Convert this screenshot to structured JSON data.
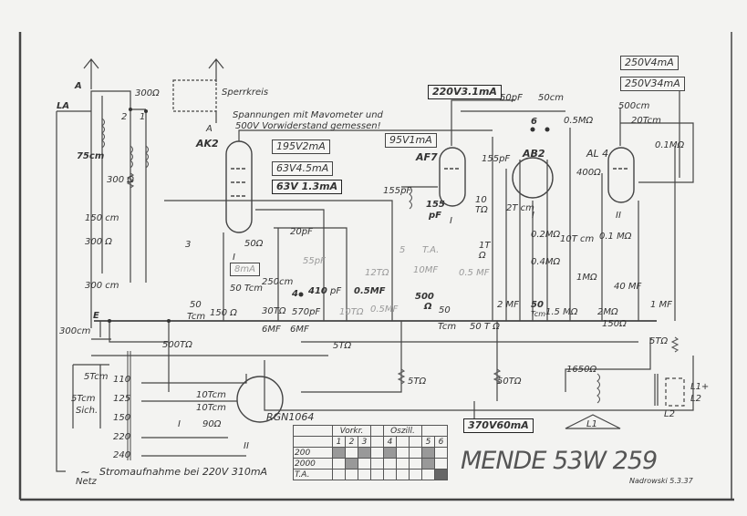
{
  "title": "MENDE 53W 259",
  "signature": "Nadrowski 5.3.37",
  "note": [
    "Spannungen mit Mavometer und",
    "500V Vorwiderstand gemessen!"
  ],
  "power_note": "Stromaufnahme bei 220V 310mA",
  "mains_label": "Netz",
  "mains_symbol": "~",
  "tubes": {
    "ak2": "AK2",
    "af7": "AF7",
    "ab2": "AB2",
    "al4": "AL 4",
    "rectifier": "RGN1064"
  },
  "measurements": {
    "m195": "195V2mA",
    "m63a": "63V4.5mA",
    "m63b": "63V 1.3mA",
    "m8": "8mA",
    "m95": "95V1mA",
    "m220": "220V3.1mA",
    "m250a": "250V4mA",
    "m250b": "250V34mA",
    "m370": "370V60mA"
  },
  "labels": [
    "A",
    "LA",
    "300Ω",
    "Sperrkreis",
    "A",
    "2",
    "1",
    "75cm",
    "300 Ω",
    "150 cm",
    "300 Ω",
    "300 cm",
    "3",
    "20pF",
    "55pF",
    "50Ω",
    "I",
    "250cm",
    "50 Tcm",
    "150 Ω",
    "30TΩ",
    "4",
    "410",
    "pF",
    "570pF",
    "0.5MF",
    "10TΩ",
    "0.5MF",
    "12TΩ",
    "50",
    "Tcm",
    "E",
    "300cm",
    "6MF",
    "6MF",
    "500TΩ",
    "5TΩ",
    "5TΩ",
    "5Tcm",
    "5Tcm",
    "Sich.",
    "110",
    "125",
    "150",
    "220",
    "240",
    "10Tcm",
    "10Tcm",
    "90Ω",
    "I",
    "II",
    "155pF",
    "155",
    "pF",
    "I",
    "50pF",
    "50cm",
    "6",
    "0.5MΩ",
    "155pF",
    "10",
    "TΩ",
    "2T cm",
    "I",
    "0.2MΩ",
    "0.4MΩ",
    "1T",
    "Ω",
    "5",
    "T.A.",
    "10MF",
    "0.5 MF",
    "500",
    "Ω",
    "50",
    "Tcm",
    "50 T Ω",
    "2 MF",
    "50",
    "Tcm",
    "1.5 MΩ",
    "10T cm",
    "0.1 MΩ",
    "1MΩ",
    "2MΩ",
    "400Ω",
    "II",
    "500cm",
    "20Tcm",
    "0.1MΩ",
    "40 MF",
    "1 MF",
    "150Ω",
    "5TΩ",
    "1650Ω",
    "L1+",
    "L2",
    "L2",
    "L1",
    "50TΩ"
  ],
  "switch_table": {
    "groups": [
      "Vorkr.",
      "Oszill."
    ],
    "columns": [
      "1",
      "2",
      "3",
      "",
      "4",
      "",
      "",
      "5",
      "6"
    ],
    "rows": [
      {
        "label": "200",
        "on": [
          1,
          0,
          1,
          0,
          1,
          0,
          0,
          1,
          0
        ]
      },
      {
        "label": "2000",
        "on": [
          0,
          1,
          0,
          0,
          0,
          0,
          0,
          1,
          0
        ]
      },
      {
        "label": "T.A.",
        "on": [
          0,
          0,
          0,
          0,
          0,
          0,
          0,
          0,
          2
        ]
      }
    ]
  }
}
